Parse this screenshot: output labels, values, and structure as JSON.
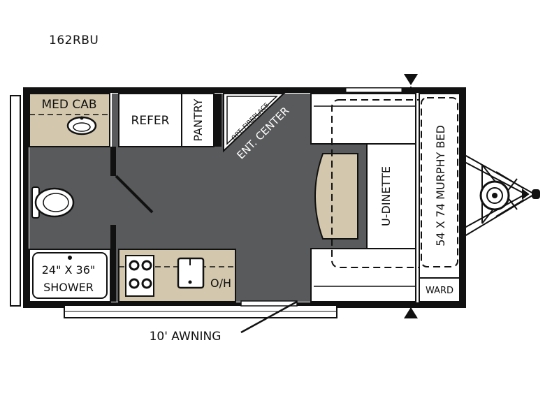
{
  "model": "162RBU",
  "colors": {
    "floor": "#595a5c",
    "tan": "#d3c7ad",
    "wall": "#111111",
    "paper": "#ffffff"
  },
  "labels": {
    "med_cab": "MED CAB",
    "refer": "REFER",
    "pantry": "PANTRY",
    "opt_fireplace": "OPT. FIREPLACE",
    "ent_center": "ENT. CENTER",
    "shower_size": "24\" X 36\"",
    "shower": "SHOWER",
    "oh": "O/H",
    "u_dinette": "U-DINETTE",
    "murphy_bed": "54 X 74 MURPHY BED",
    "ward": "WARD",
    "awning": "10' AWNING"
  },
  "icons": [
    "sink-icon",
    "toilet-icon",
    "stove-icon",
    "kitchen-sink-icon",
    "spare-tire-icon",
    "hitch-icon",
    "slide-marker-icon"
  ]
}
